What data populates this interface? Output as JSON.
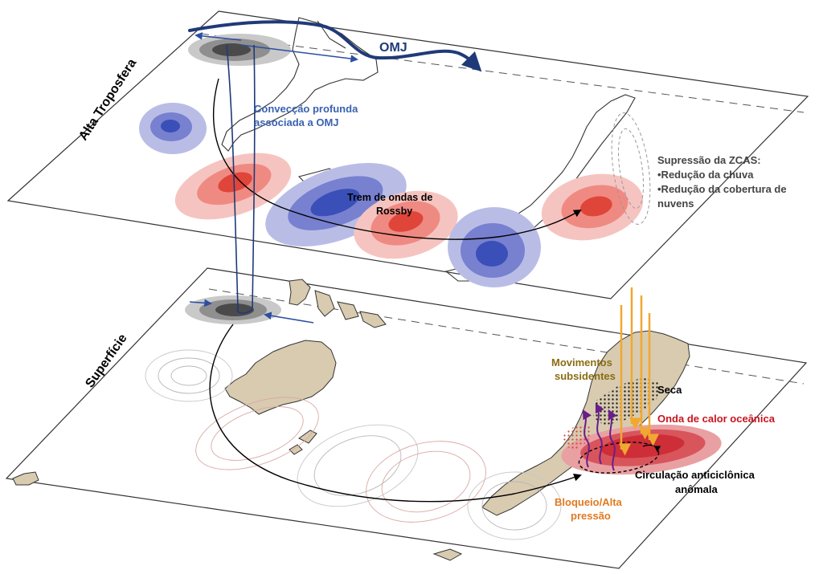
{
  "layers": {
    "upper": "Alta Troposfera",
    "surface": "Superfície"
  },
  "labels": {
    "omj": "OMJ",
    "convection_line1": "Convecção profunda",
    "convection_line2": "associada a OMJ",
    "rossby_line1": "Trem de ondas de",
    "rossby_line2": "Rossby",
    "zcas_line1": "Supressão da ZCAS:",
    "zcas_line2": "•Redução da chuva",
    "zcas_line3": "•Redução da cobertura de",
    "zcas_line4": "nuvens",
    "subsidence_line1": "Movimentos",
    "subsidence_line2": "subsidentes",
    "drought": "Seca",
    "heatwave": "Onda de calor oceânica",
    "anticyclonic_line1": "Circulação anticiclônica",
    "anticyclonic_line2": "anômala",
    "blocking_line1": "Bloqueio/Alta",
    "blocking_line2": "pressão"
  },
  "colors": {
    "omj": "#1f3a78",
    "convection": "#3a62b0",
    "positive_anomaly": "#e0453a",
    "negative_anomaly": "#3a4fb8",
    "heatwave": "#c8141e",
    "subsidence": "#8a6d12",
    "subsidence_arrows": "#f0a830",
    "blocking": "#e07a20",
    "land": "#d8cbb0",
    "text_dark": "#111111",
    "text_gray": "#444444"
  }
}
